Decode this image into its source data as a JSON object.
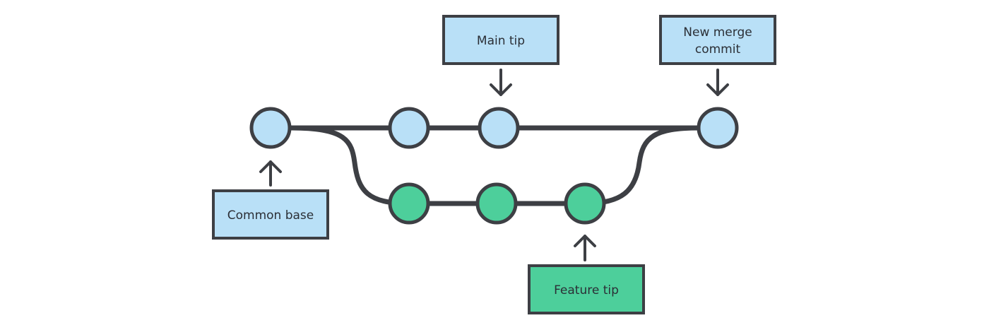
{
  "colors": {
    "line": "#3d3f44",
    "main_fill": "#b9e0f7",
    "feature_fill": "#4dcf9b",
    "background": "#ffffff"
  },
  "labels": {
    "main_tip": "Main tip",
    "new_merge_commit_line1": "New merge",
    "new_merge_commit_line2": "commit",
    "common_base": "Common base",
    "feature_tip": "Feature tip"
  },
  "commits": {
    "main_branch": [
      "common-base",
      "main-1",
      "main-tip",
      "merge-commit"
    ],
    "feature_branch": [
      "feature-1",
      "feature-2",
      "feature-tip"
    ]
  }
}
